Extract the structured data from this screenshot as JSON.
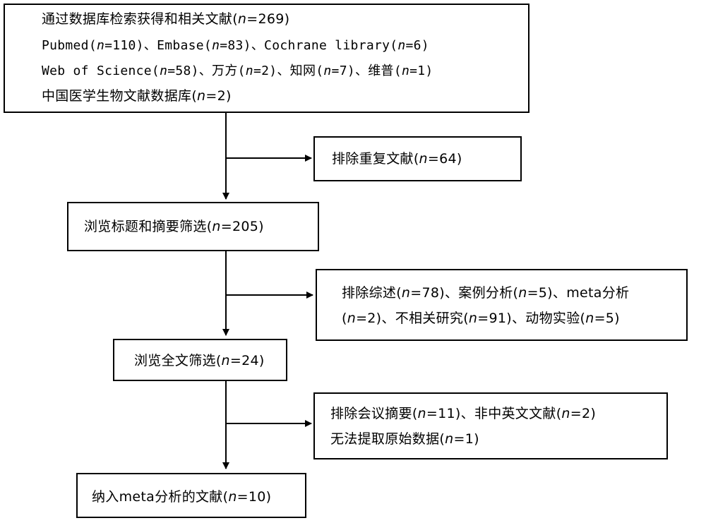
{
  "boxes": {
    "search": {
      "line1": "通过数据库检索获得和相关文献(n=269)",
      "line2": "Pubmed(n=110)、Embase(n=83)、Cochrane library(n=6)",
      "line3": "Web of Science(n=58)、万方(n=2)、知网(n=7)、维普(n=1)",
      "line4": "中国医学生物文献数据库(n=2)"
    },
    "exclude_dup": {
      "line1": "排除重复文献(n=64)"
    },
    "screen_title": {
      "line1": "浏览标题和摘要筛选(n=205)"
    },
    "exclude_reviews": {
      "line1": "排除综述(n=78)、案例分析(n=5)、meta分析",
      "line2": "(n=2)、不相关研究(n=91)、动物实验(n=5)"
    },
    "screen_full": {
      "line1": "浏览全文筛选(n=24)"
    },
    "exclude_meeting": {
      "line1": "排除会议摘要(n=11)、非中英文文献(n=2)",
      "line2": "无法提取原始数据(n=1)"
    },
    "included": {
      "line1": "纳入meta分析的文献(n=10)"
    }
  }
}
